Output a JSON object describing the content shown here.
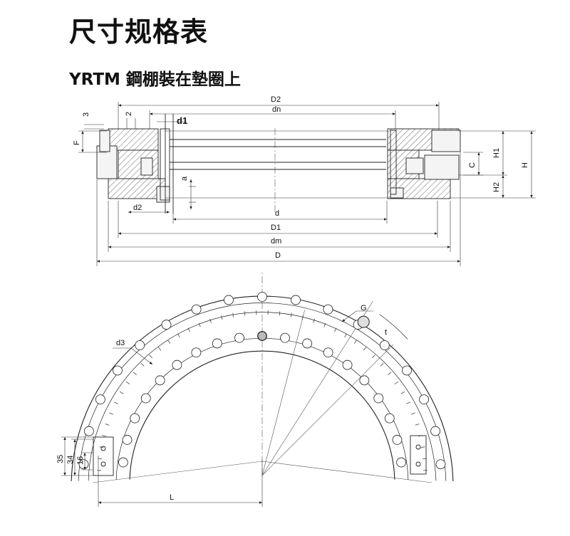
{
  "title": "尺寸规格表",
  "subtitle": "YRTM 鋼棚裝在墊圈上",
  "section_view": {
    "labels": {
      "D2": "D2",
      "dn": "dn",
      "d1": "d1",
      "three": "3",
      "two": "2",
      "F": "F",
      "a": "a",
      "d2": "d2",
      "d": "d",
      "D1": "D1",
      "dm": "dm",
      "D": "D",
      "H1": "H1",
      "H2": "H2",
      "H": "H",
      "C": "C"
    }
  },
  "plan_view": {
    "labels": {
      "G": "G",
      "d3": "d3",
      "t": "t",
      "L": "L",
      "dim35": "35",
      "dim34": "34",
      "dim16": "16"
    }
  }
}
